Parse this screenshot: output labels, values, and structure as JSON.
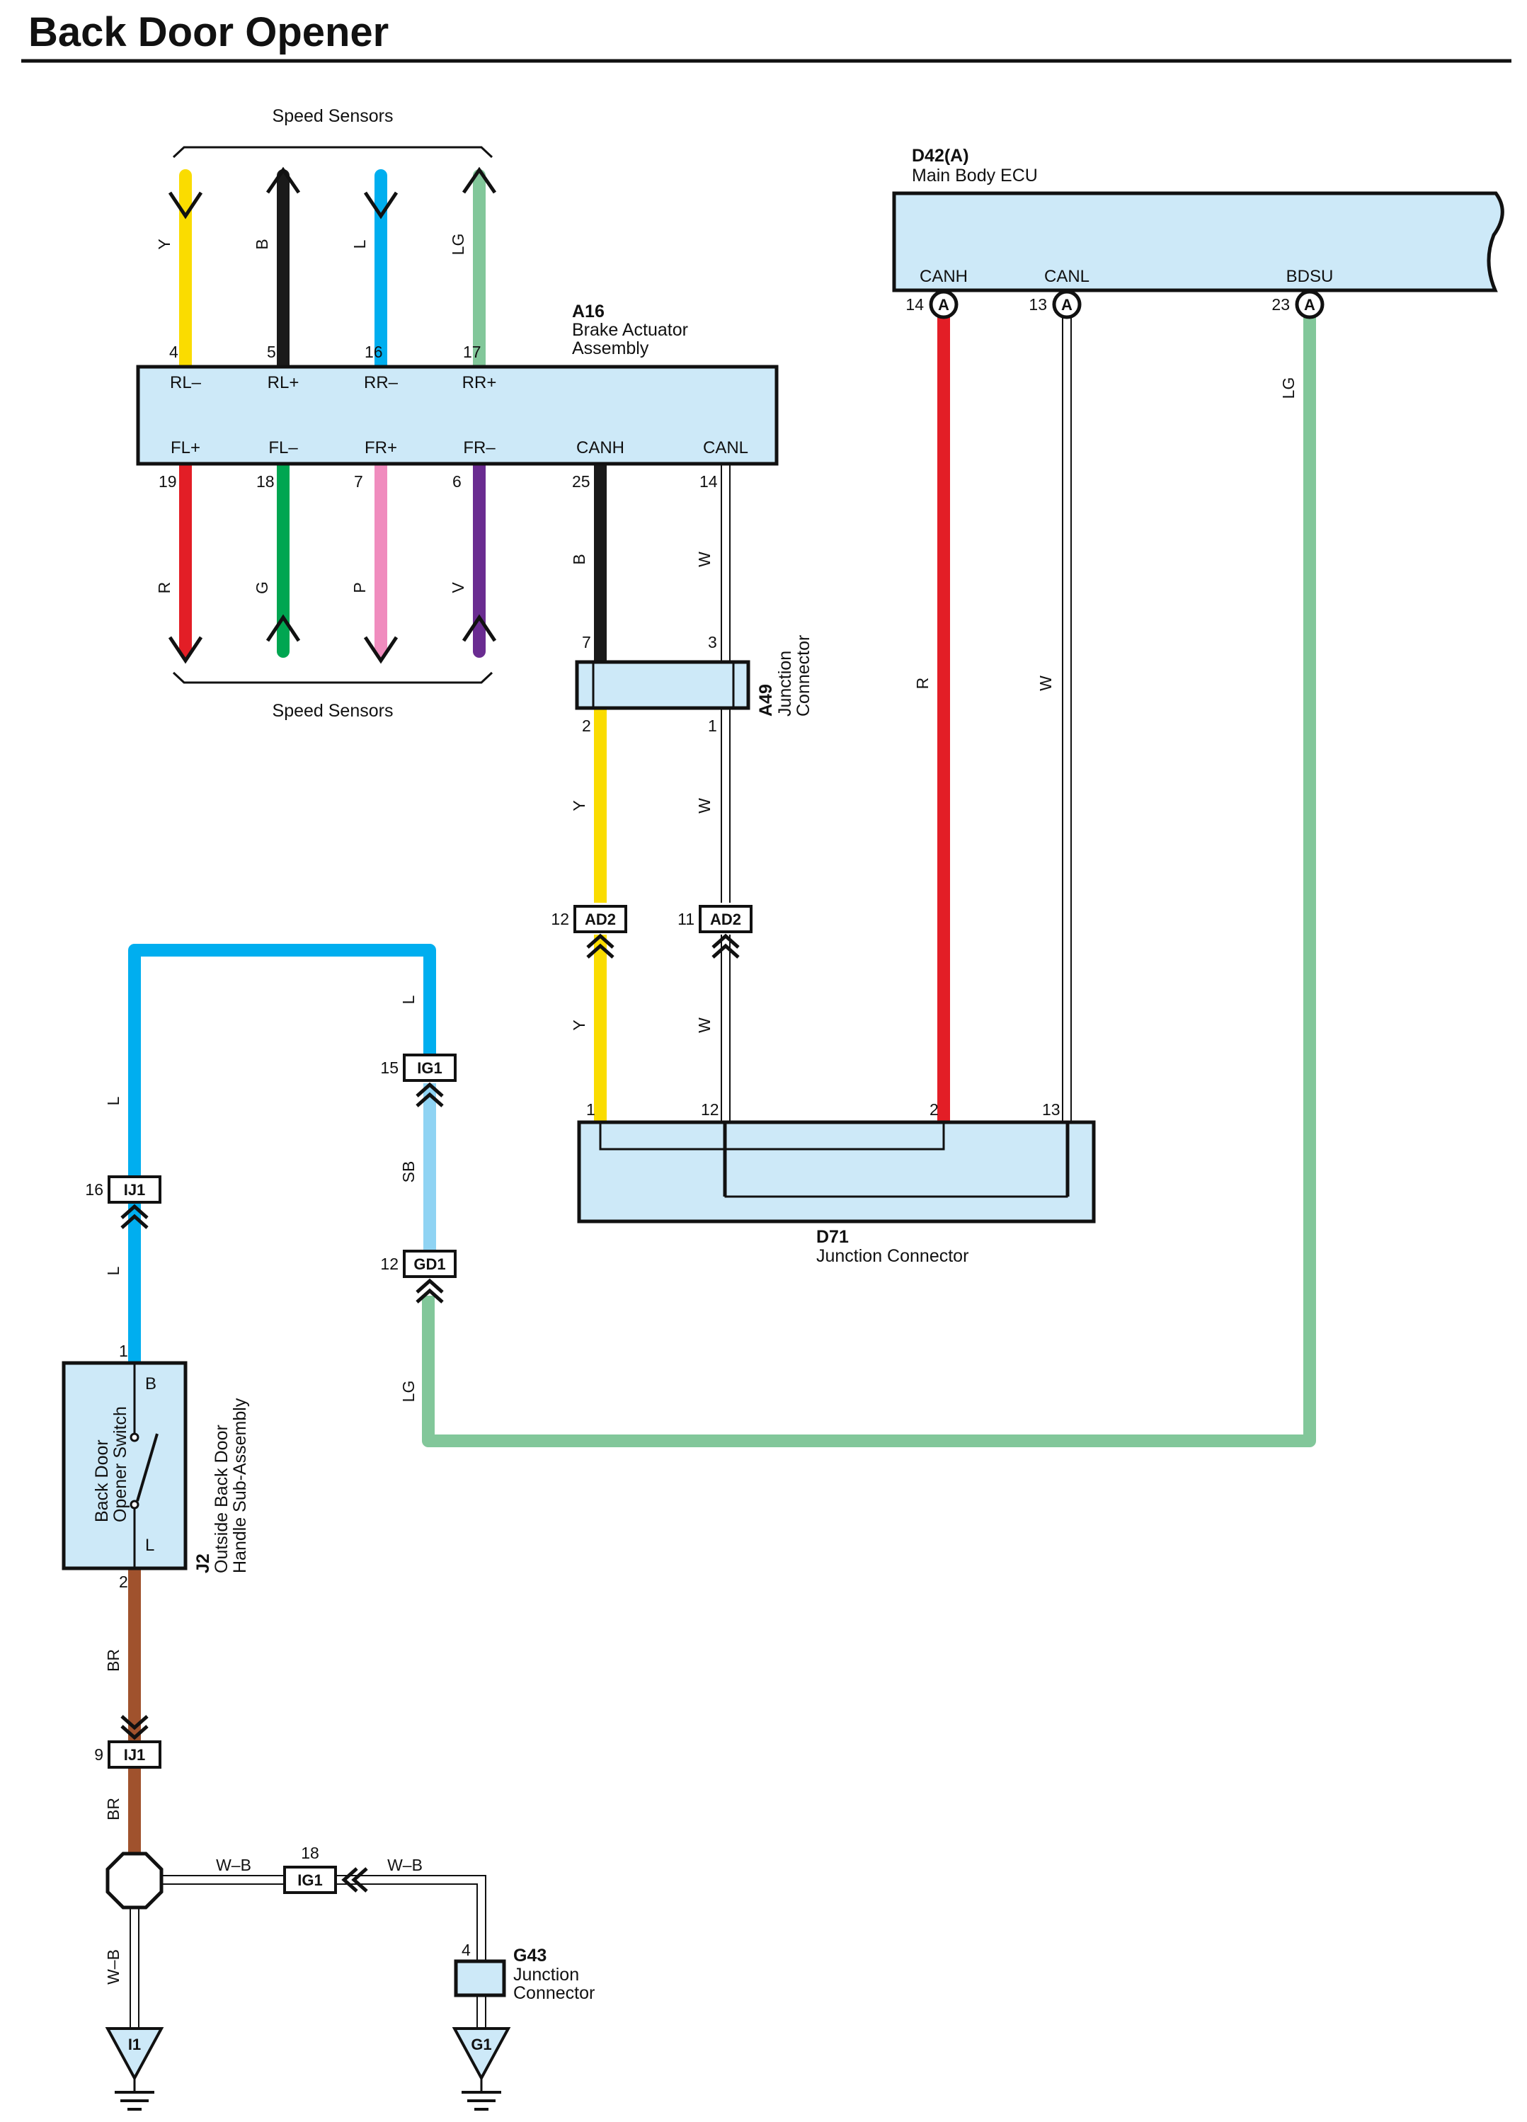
{
  "title": "Back Door Opener",
  "colors": {
    "Y": "#fadc00",
    "B": "#1a1a1a",
    "L": "#00aeef",
    "LG": "#82c79a",
    "R": "#e31e26",
    "G": "#00a651",
    "P": "#f08cbe",
    "V": "#6a2c91",
    "SB": "#8fd3f3",
    "BR": "#a0522d",
    "W": "#ffffff",
    "box_fill": "#cde9f8"
  },
  "labels": {
    "speed_sensors_top": "Speed Sensors",
    "speed_sensors_bottom": "Speed Sensors"
  },
  "components": {
    "a16": {
      "code": "A16",
      "name_line1": "Brake Actuator",
      "name_line2": "Assembly",
      "top_terminals": [
        {
          "name": "RL–",
          "pin": "4",
          "wire": "Y"
        },
        {
          "name": "RL+",
          "pin": "5",
          "wire": "B"
        },
        {
          "name": "RR–",
          "pin": "16",
          "wire": "L"
        },
        {
          "name": "RR+",
          "pin": "17",
          "wire": "LG"
        }
      ],
      "bottom_terminals": [
        {
          "name": "FL+",
          "pin": "19",
          "wire": "R"
        },
        {
          "name": "FL–",
          "pin": "18",
          "wire": "G"
        },
        {
          "name": "FR+",
          "pin": "7",
          "wire": "P"
        },
        {
          "name": "FR–",
          "pin": "6",
          "wire": "V"
        },
        {
          "name": "CANH",
          "pin": "25",
          "wire": "B"
        },
        {
          "name": "CANL",
          "pin": "14",
          "wire": "W"
        }
      ]
    },
    "d42": {
      "code": "D42(A)",
      "name": "Main Body ECU",
      "terminals": [
        {
          "name": "CANH",
          "pin": "14",
          "conn": "A",
          "wire": "R"
        },
        {
          "name": "CANL",
          "pin": "13",
          "conn": "A",
          "wire": "W"
        },
        {
          "name": "BDSU",
          "pin": "23",
          "conn": "A",
          "wire": "LG"
        }
      ]
    },
    "a49": {
      "code": "A49",
      "name_line1": "Junction",
      "name_line2": "Connector",
      "pins": {
        "in_canh": "7",
        "in_canl": "3",
        "out_canh": "2",
        "out_canl": "1"
      }
    },
    "d71": {
      "code": "D71",
      "name": "Junction Connector",
      "pins": {
        "p1": "1",
        "p12": "12",
        "p2": "2",
        "p13": "13"
      }
    },
    "j2": {
      "code": "J2",
      "name_line1": "Outside Back Door",
      "name_line2": "Handle Sub-Assembly",
      "inner_line1": "Back Door",
      "inner_line2": "Opener Switch",
      "terminal_top": "B",
      "terminal_bottom": "L",
      "pin_top": "1",
      "pin_bottom": "2"
    },
    "g43": {
      "code": "G43",
      "name_line1": "Junction",
      "name_line2": "Connector",
      "pin": "4"
    }
  },
  "inline_connectors": [
    {
      "id": "AD2",
      "pin": "12"
    },
    {
      "id": "AD2",
      "pin": "11"
    },
    {
      "id": "IG1",
      "pin": "15"
    },
    {
      "id": "IJ1",
      "pin": "16"
    },
    {
      "id": "GD1",
      "pin": "12"
    },
    {
      "id": "IJ1",
      "pin": "9"
    },
    {
      "id": "IG1",
      "pin": "18"
    }
  ],
  "grounds": [
    {
      "id": "I1"
    },
    {
      "id": "G1"
    }
  ],
  "wire_codes": {
    "y_a49_ad2": "Y",
    "w_a49_ad2": "W",
    "y_ad2_d71": "Y",
    "w_ad2_d71": "W",
    "b_canh": "B",
    "w_canl": "W",
    "r_ecu": "R",
    "w_ecu": "W",
    "lg_ecu": "LG",
    "l_top": "L",
    "l_ij1_top": "L",
    "l_ij1_bot": "L",
    "sb": "SB",
    "lg_gd1": "LG",
    "br_top": "BR",
    "br_bot": "BR",
    "wb_left": "W–B",
    "wb_right": "W–B",
    "wb_vert": "W–B"
  }
}
